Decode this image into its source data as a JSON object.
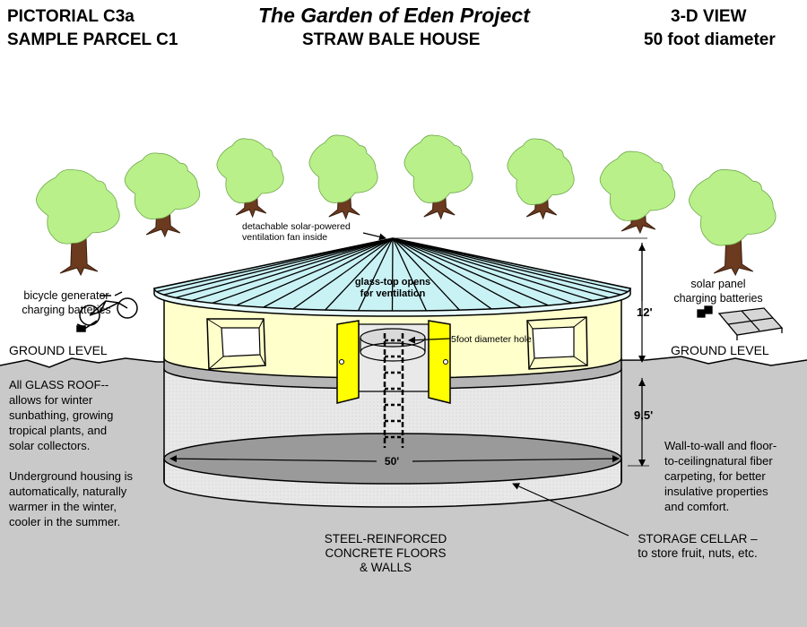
{
  "header": {
    "left_line1": "PICTORIAL C3a",
    "left_line2": "SAMPLE PARCEL C1",
    "title": "The Garden of Eden Project",
    "subtitle": "STRAW  BALE HOUSE",
    "right_line1": "3-D  VIEW",
    "right_line2": "50 foot diameter"
  },
  "labels": {
    "fan": [
      "detachable solar-powered",
      "ventilation fan inside"
    ],
    "glass_top": [
      "glass-top opens",
      "for ventilation"
    ],
    "hole": "5foot diameter hole",
    "bicycle": [
      "bicycle generator",
      "charging batteries"
    ],
    "solar_panel": [
      "solar panel",
      "charging batteries"
    ],
    "ground_left": "GROUND LEVEL",
    "ground_right": "GROUND LEVEL",
    "height_upper": "12'",
    "height_lower": "9.5'",
    "diameter": "50'",
    "glass_roof_note": [
      "All GLASS ROOF--",
      "allows for winter",
      "sunbathing, growing",
      "tropical plants, and",
      "solar collectors."
    ],
    "underground_note": [
      "Underground housing is",
      "automatically, naturally",
      "warmer  in the winter,",
      "cooler in the summer."
    ],
    "carpet_note": [
      "Wall-to-wall and floor-",
      "to-ceilingnatural fiber",
      "carpeting, for better",
      "insulative properties",
      "and comfort."
    ],
    "concrete_note": [
      "STEEL-REINFORCED",
      "CONCRETE FLOORS",
      "& WALLS"
    ],
    "storage_note": [
      "STORAGE CELLAR –",
      "to store fruit, nuts, etc."
    ]
  },
  "colors": {
    "tree_foliage": "#b9f08a",
    "tree_trunk": "#6b3a1f",
    "wall_cream": "#ffffcc",
    "roof_glass": "#c9f2f5",
    "door_yellow": "#ffff00",
    "soil_gray": "#c9c9c9",
    "cellar_gray": "#e6e6e6",
    "floor_gray": "#9a9a9a"
  }
}
